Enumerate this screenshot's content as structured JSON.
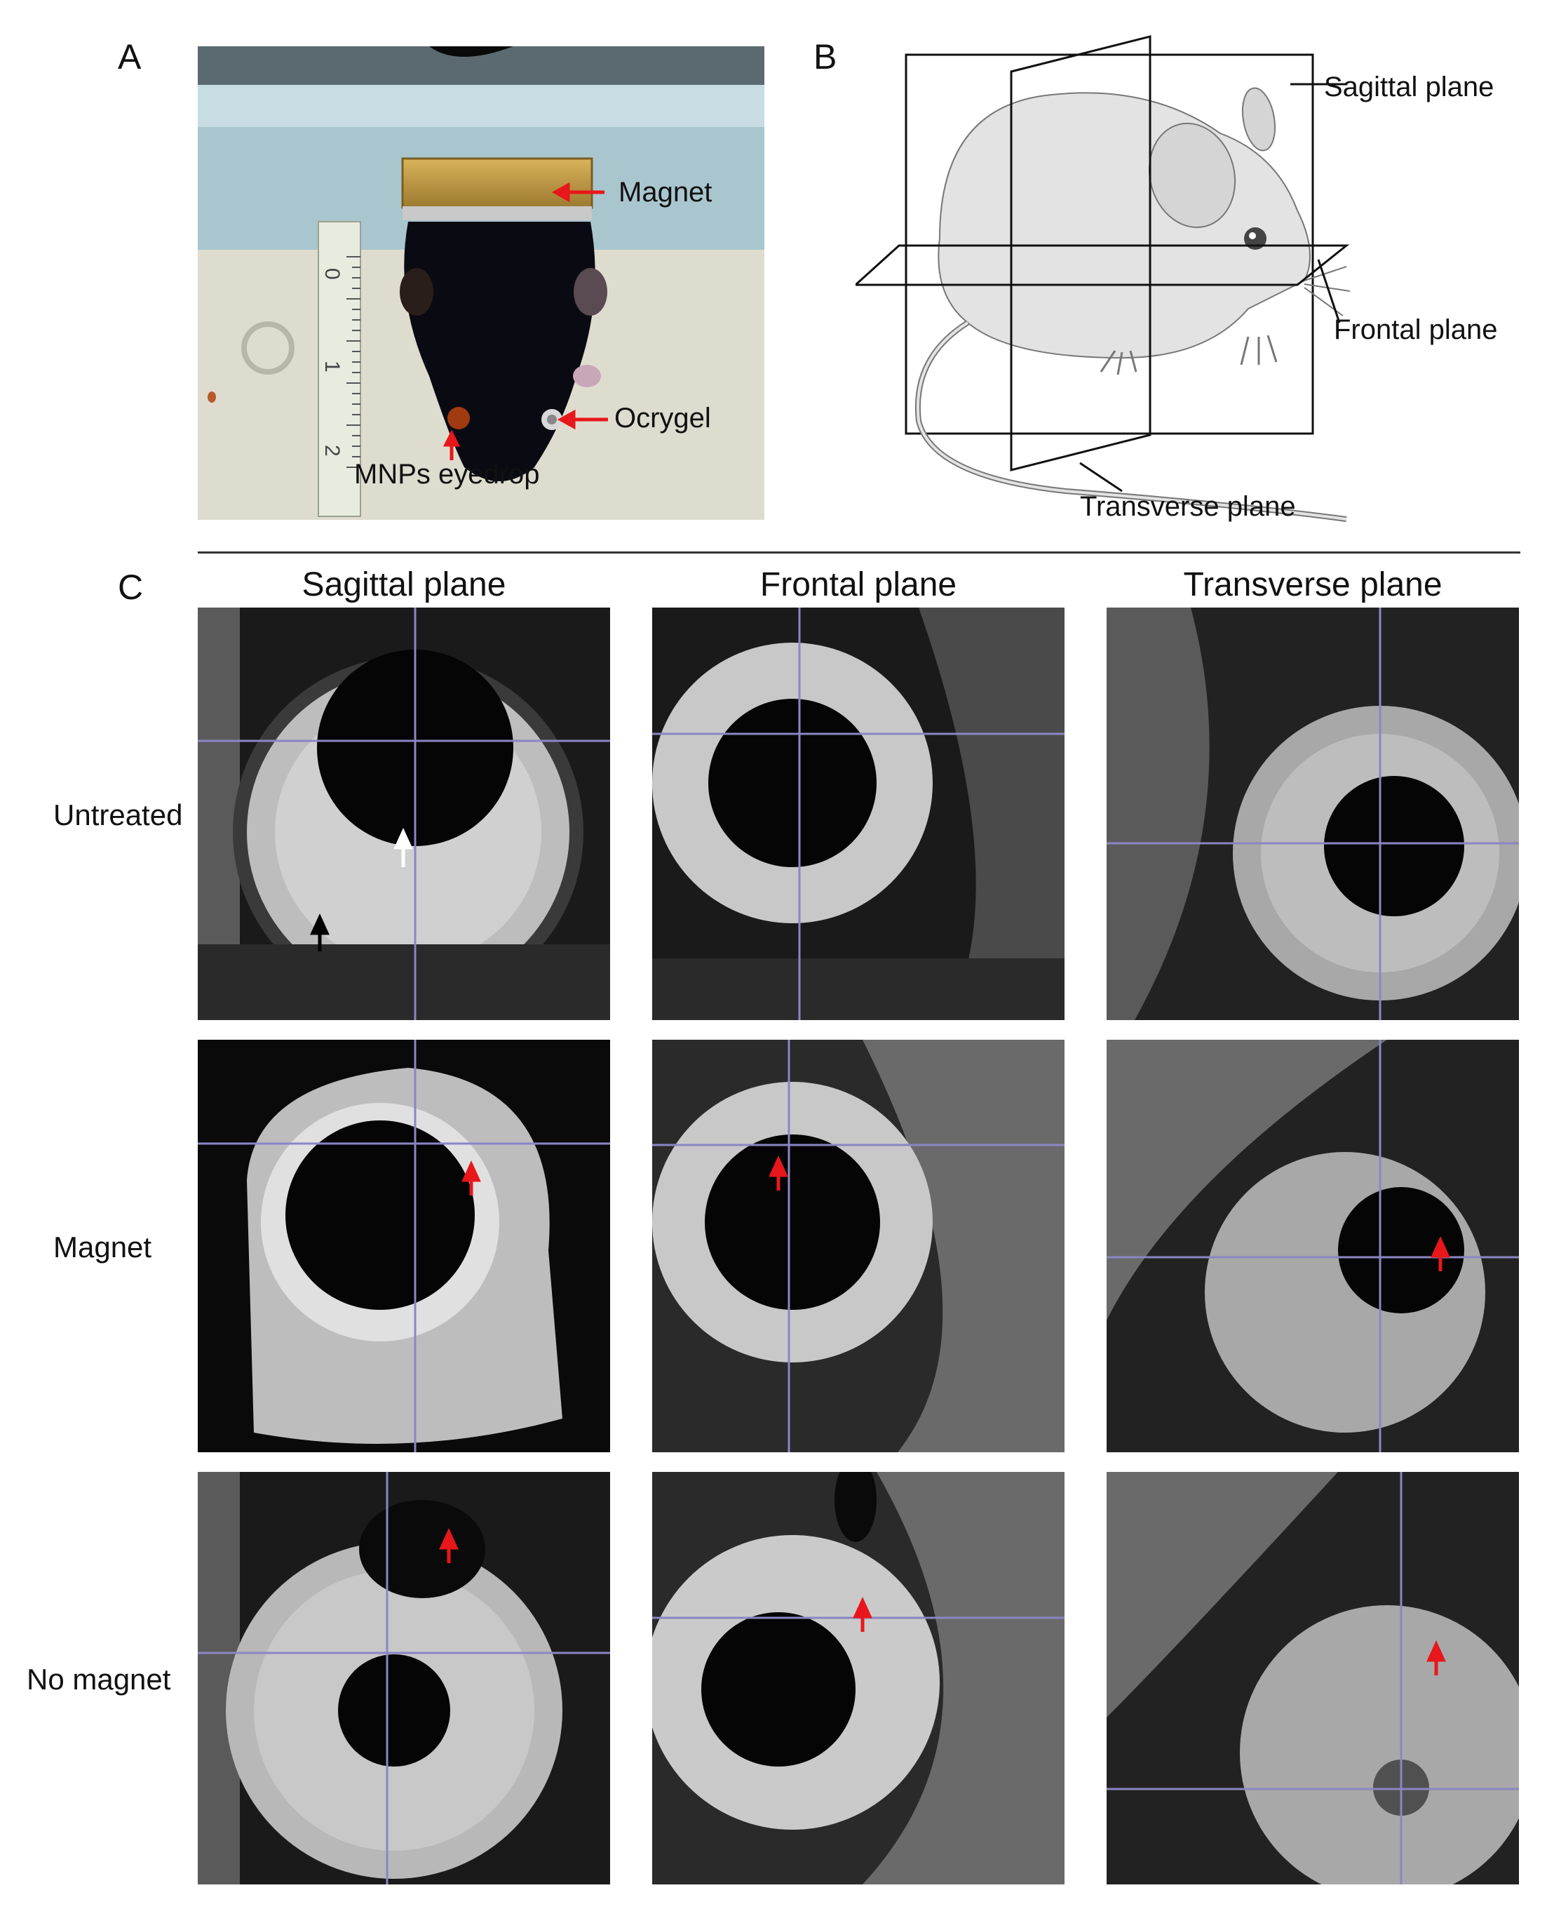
{
  "panel_a": {
    "letter": "A",
    "labels": {
      "magnet": "Magnet",
      "ocrygel": "Ocrygel",
      "mnps_eyedrop": "MNPs eyedrop"
    },
    "ruler_numbers": [
      "0",
      "1",
      "2"
    ],
    "colors": {
      "arrow": "#e8171b",
      "fur": "#0a0a12",
      "magnet": "#b8913e"
    }
  },
  "panel_b": {
    "letter": "B",
    "labels": {
      "sagittal": "Sagittal plane",
      "frontal": "Frontal plane",
      "transverse": "Transverse plane"
    }
  },
  "panel_c": {
    "letter": "C",
    "columns": [
      "Sagittal plane",
      "Frontal plane",
      "Transverse plane"
    ],
    "rows": [
      "Untreated",
      "Magnet",
      "No magnet"
    ],
    "colors": {
      "crosshair": "#8a86c4",
      "red_arrow": "#e8171b",
      "white_arrow": "#ffffff",
      "black_arrow": "#000000"
    }
  }
}
